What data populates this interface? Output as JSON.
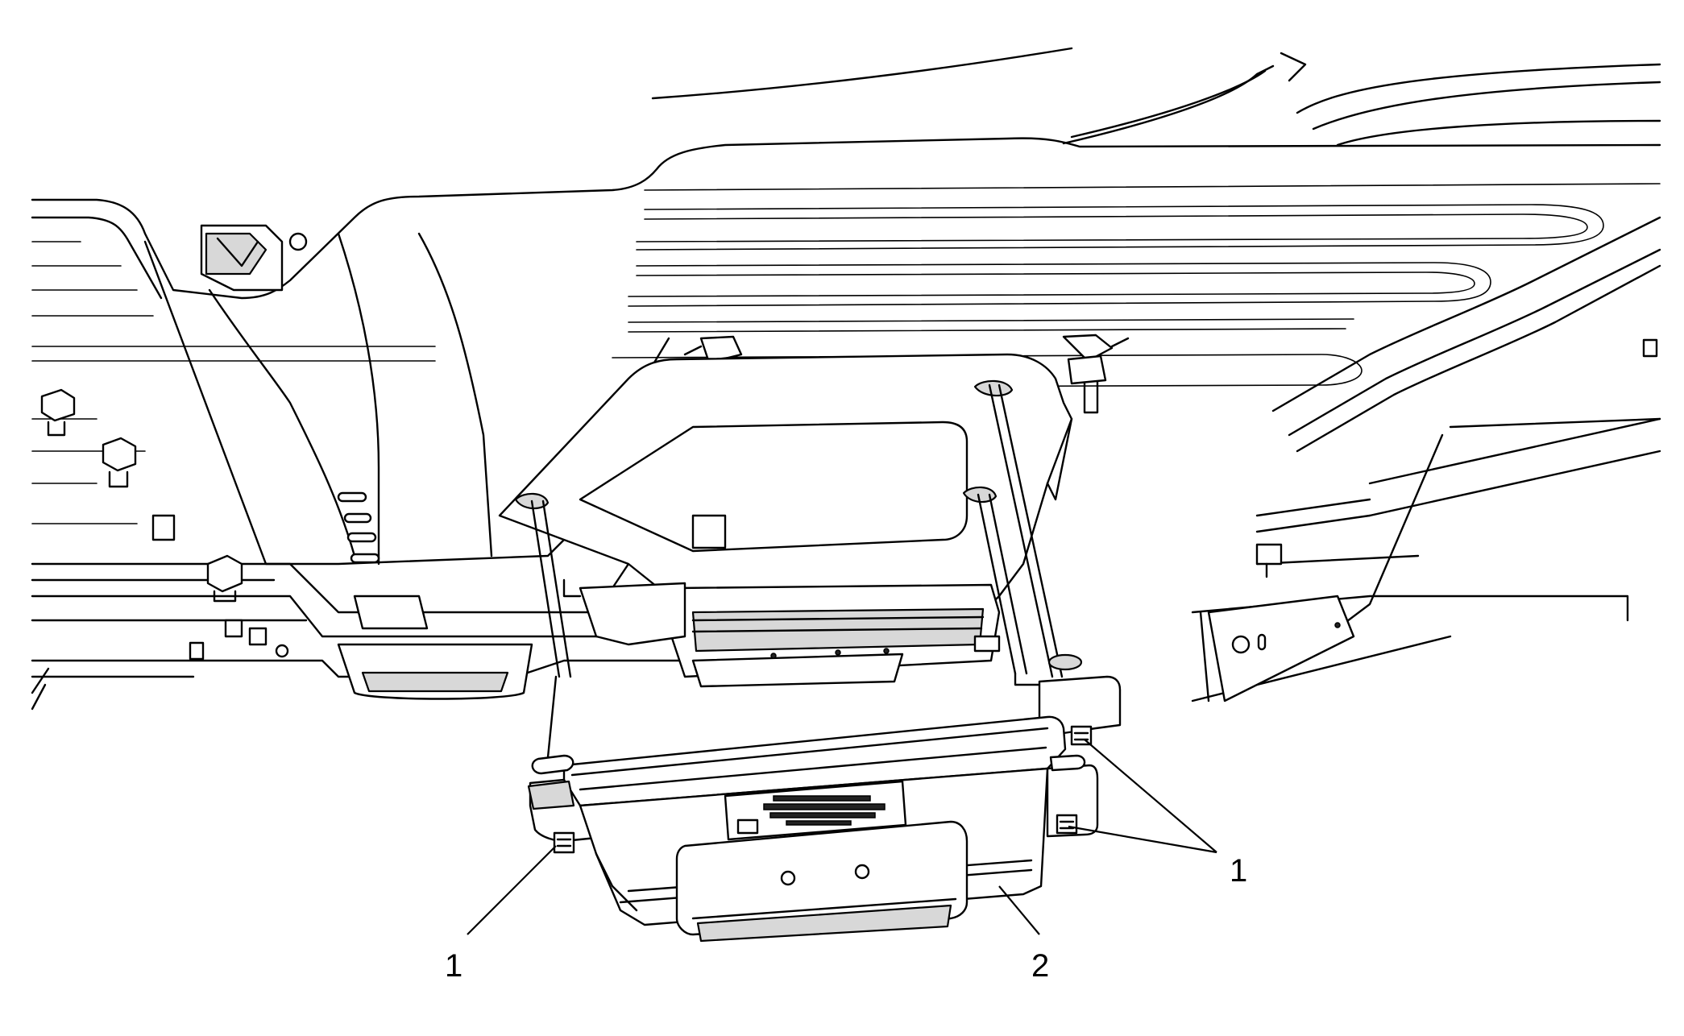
{
  "diagram": {
    "callouts": [
      {
        "id": "c1-left",
        "label": "1"
      },
      {
        "id": "c1-right",
        "label": "1"
      },
      {
        "id": "c2",
        "label": "2"
      }
    ]
  }
}
